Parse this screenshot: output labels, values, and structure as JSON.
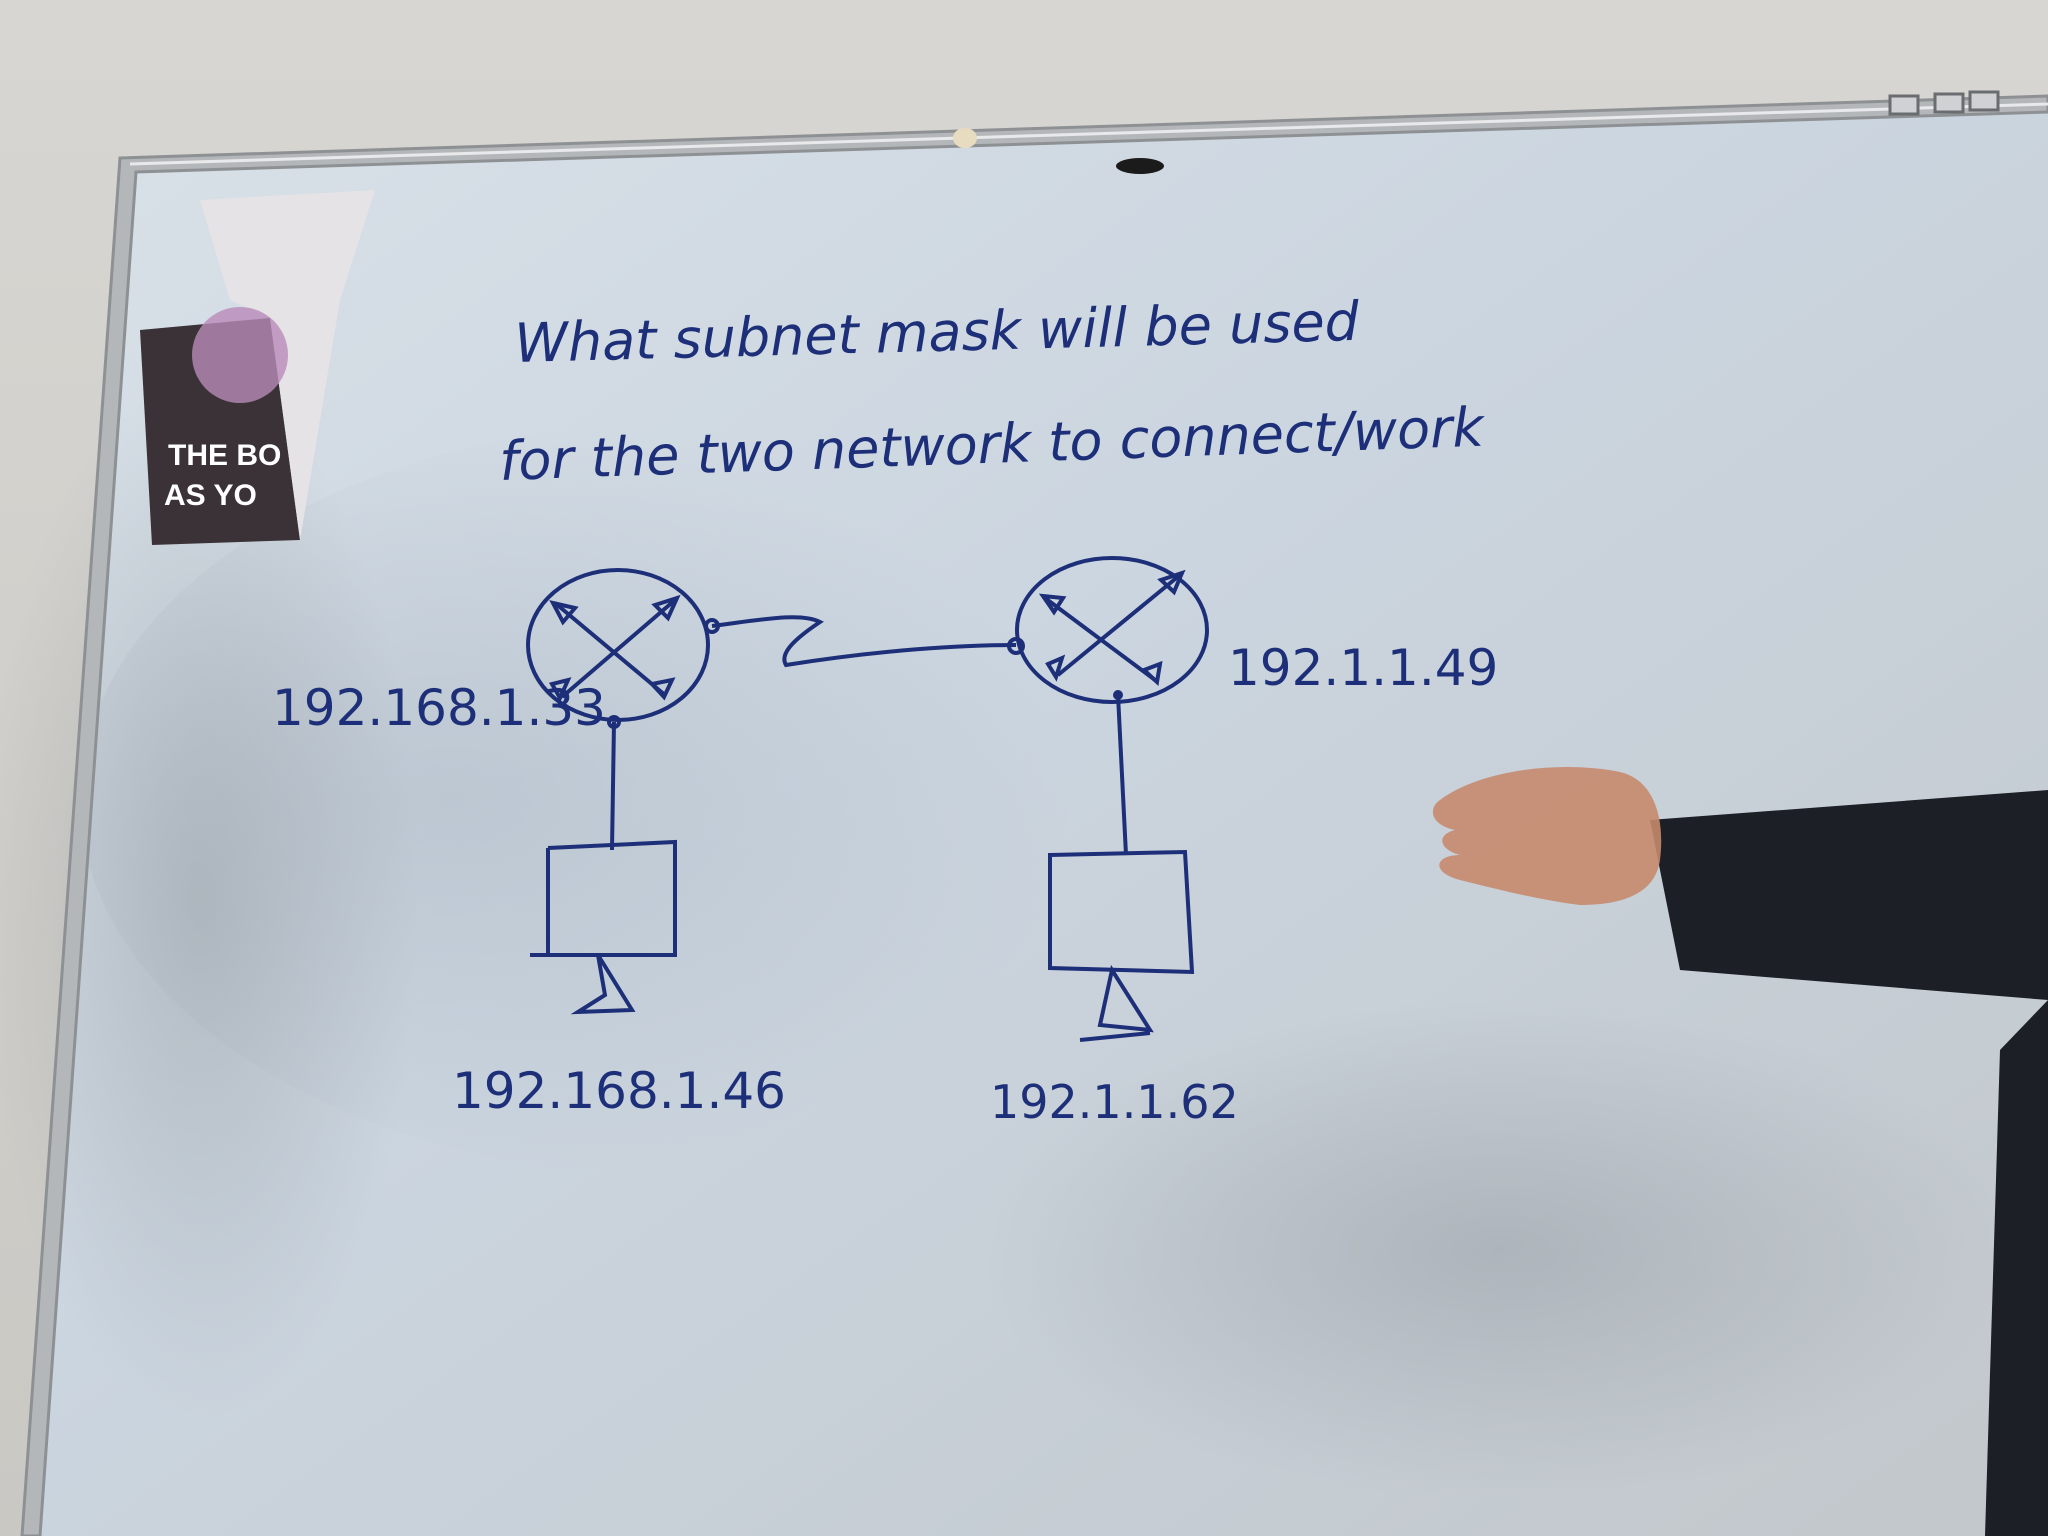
{
  "question": {
    "line1": "What subnet mask will be used",
    "line2": "for the two network to connect/work"
  },
  "labels": {
    "router_left_ip": "192.168.1.33",
    "router_right_ip": "192.1.1.49",
    "pc_left_ip": "192.168.1.46",
    "pc_right_ip": "192.1.1.62"
  },
  "poster": {
    "line1": "THE BO",
    "line2": "AS YO"
  },
  "colors": {
    "marker_ink": "#1d2f78",
    "board": "#cdd6de",
    "frame": "#b9bcbf",
    "sleeve": "#1c1f26",
    "skin": "#c68a6e"
  },
  "icons": {
    "router": "router-icon",
    "computer": "monitor-icon"
  }
}
